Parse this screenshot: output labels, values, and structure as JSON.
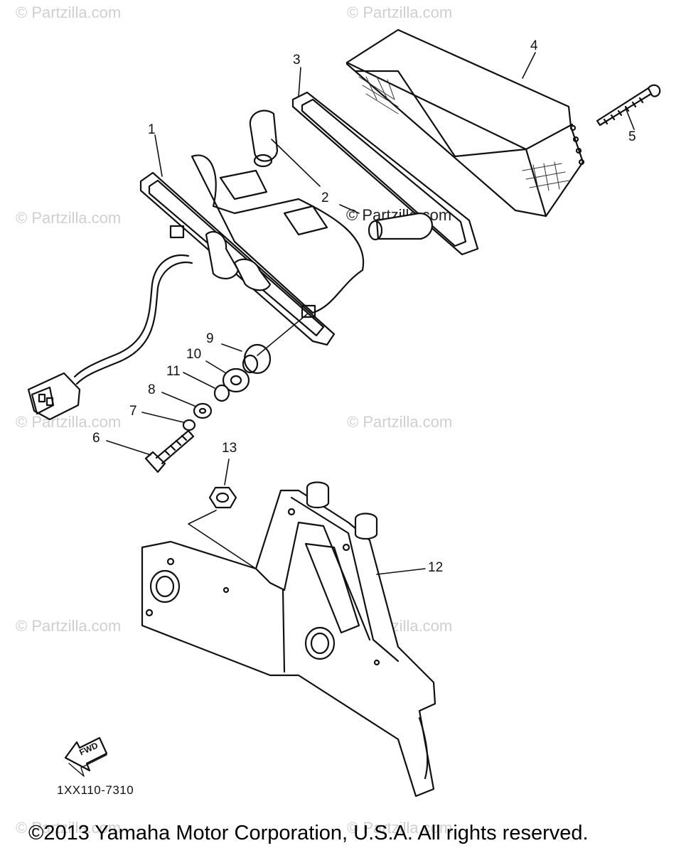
{
  "watermark": "© Partzilla.com",
  "callouts": {
    "c1": "1",
    "c2": "2",
    "c3": "3",
    "c4": "4",
    "c5": "5",
    "c6": "6",
    "c7": "7",
    "c8": "8",
    "c9": "9",
    "c10": "10",
    "c11": "11",
    "c12": "12",
    "c13": "13"
  },
  "fwd_label": "FWD",
  "diagram_code": "1XX110-7310",
  "copyright": "©2013 Yamaha Motor Corporation, U.S.A. All rights reserved.",
  "colors": {
    "line": "#111111",
    "watermark": "#cfcfcf",
    "background": "#ffffff"
  }
}
